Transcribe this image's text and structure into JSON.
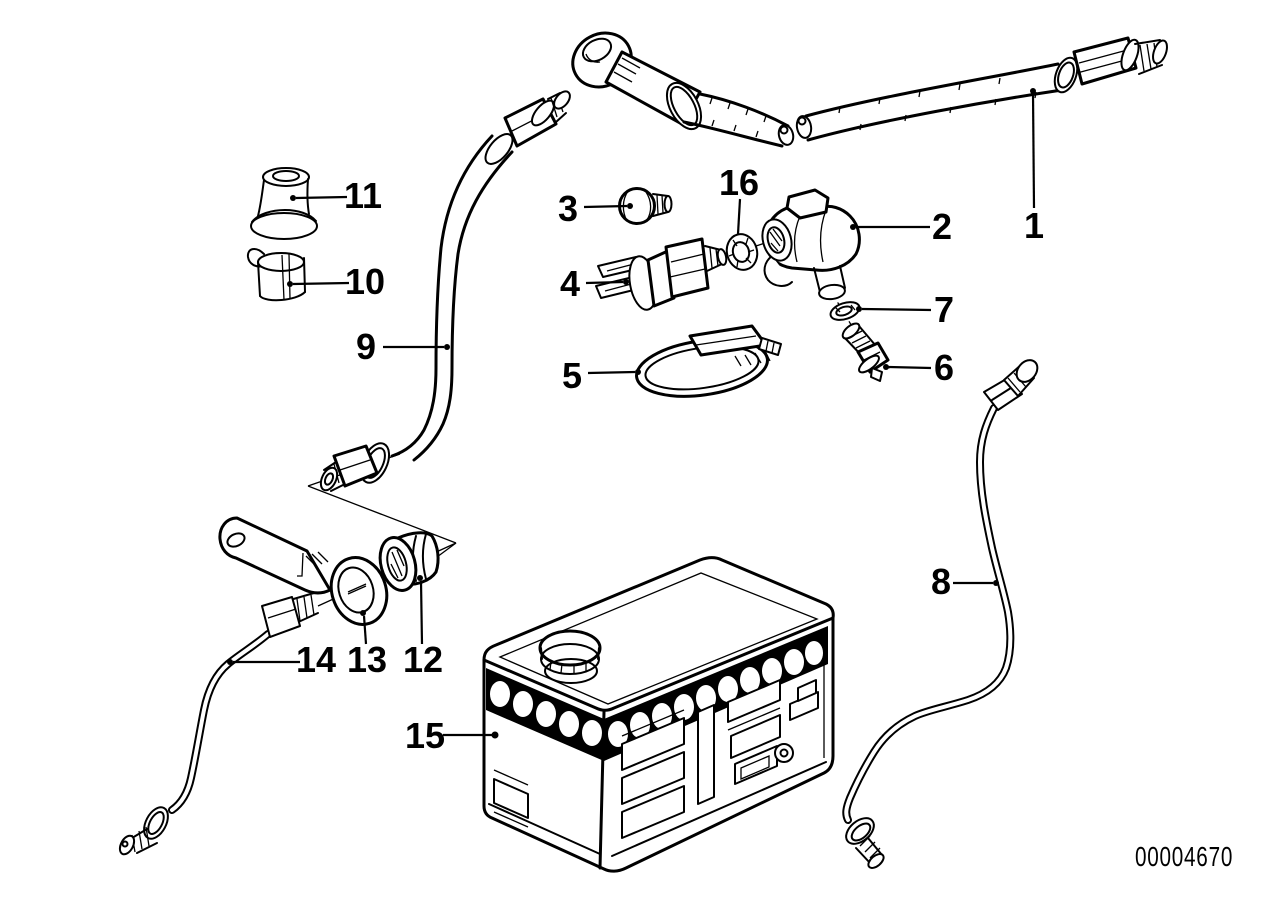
{
  "diagram": {
    "id_number": "00004670",
    "colors": {
      "background": "#ffffff",
      "line": "#000000"
    },
    "callouts": [
      {
        "number": "1"
      },
      {
        "number": "2"
      },
      {
        "number": "3"
      },
      {
        "number": "4"
      },
      {
        "number": "5"
      },
      {
        "number": "6"
      },
      {
        "number": "7"
      },
      {
        "number": "8"
      },
      {
        "number": "9"
      },
      {
        "number": "10"
      },
      {
        "number": "11"
      },
      {
        "number": "12"
      },
      {
        "number": "13"
      },
      {
        "number": "14"
      },
      {
        "number": "15"
      },
      {
        "number": "16"
      }
    ]
  }
}
